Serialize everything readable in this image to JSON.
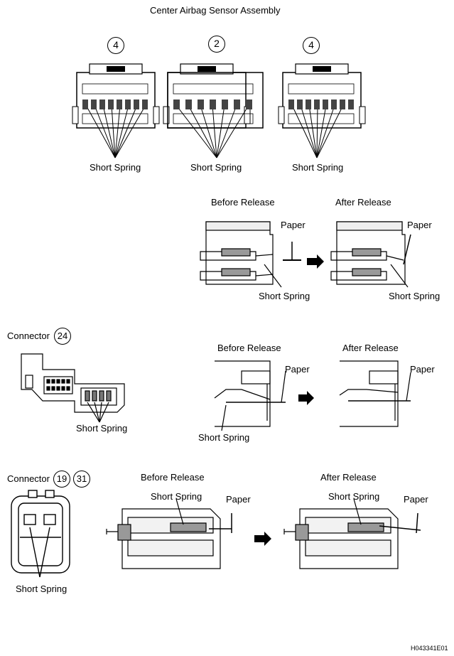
{
  "title": "Center Airbag Sensor Assembly",
  "connector_numbers": [
    "4",
    "2",
    "4"
  ],
  "short_spring": "Short Spring",
  "before_release": "Before Release",
  "after_release": "After Release",
  "paper": "Paper",
  "connector_label": "Connector",
  "connector_24": "24",
  "connector_19": "19",
  "connector_31": "31",
  "figure_code": "H043341E01"
}
